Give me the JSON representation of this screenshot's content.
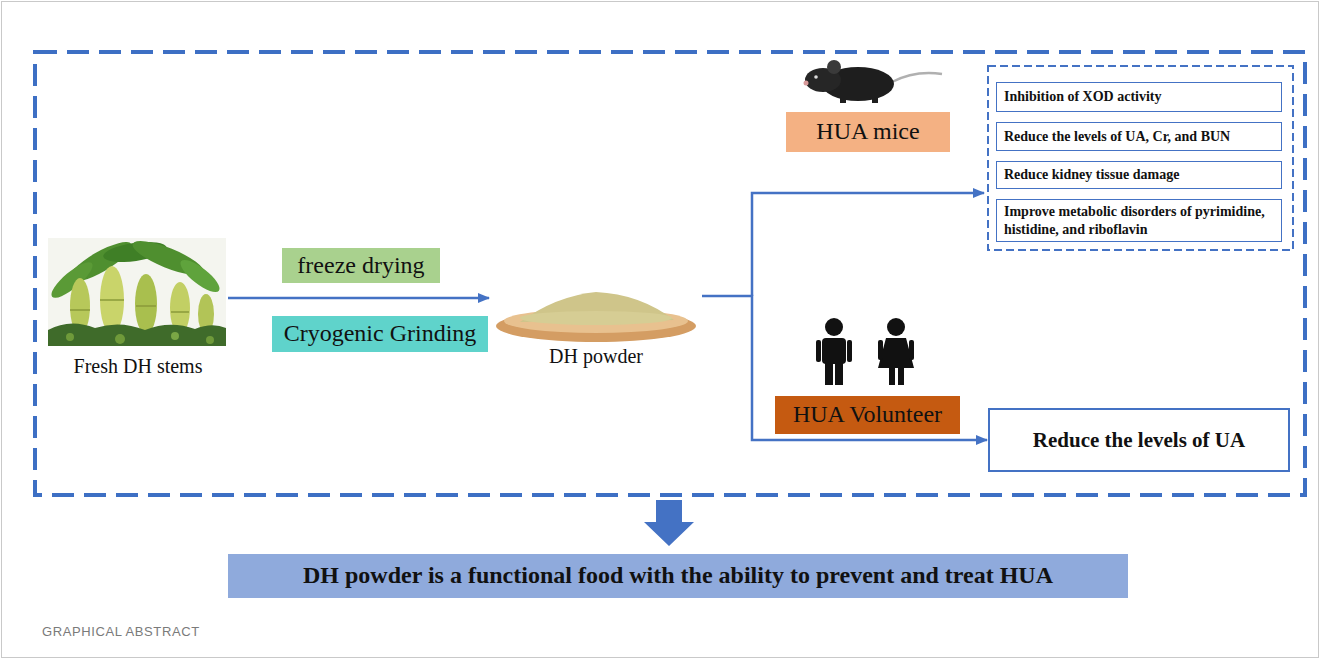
{
  "diagram": {
    "nodes": [
      {
        "text": [
          "Fresh DH stems"
        ]
      },
      {
        "text": [
          "freeze drying"
        ]
      },
      {
        "text": [
          "Cryogenic Grinding"
        ]
      },
      {
        "text": [
          "DH powder"
        ]
      },
      {
        "text": [
          "HUA mice"
        ]
      },
      {
        "text": [
          "Inhibition of XOD activity"
        ]
      },
      {
        "text": [
          "Reduce the levels of UA, Cr, and BUN"
        ]
      },
      {
        "text": [
          "Reduce kidney tissue damage"
        ]
      },
      {
        "text": [
          "Improve metabolic disorders of pyrimidine, histidine, and riboflavin"
        ]
      },
      {
        "text": [
          "HUA Volunteer"
        ]
      },
      {
        "text": [
          "Reduce the levels of UA"
        ]
      },
      {
        "text": [
          "DH powder is a functional food with the ability to prevent and treat HUA"
        ]
      }
    ],
    "edges": [
      {
        "from": 0,
        "to": 3,
        "arrow": "to"
      },
      {
        "from": 3,
        "to": 10,
        "arrow": "to"
      }
    ],
    "labels": [
      "GRAPHICAL ABSTRACT"
    ]
  }
}
